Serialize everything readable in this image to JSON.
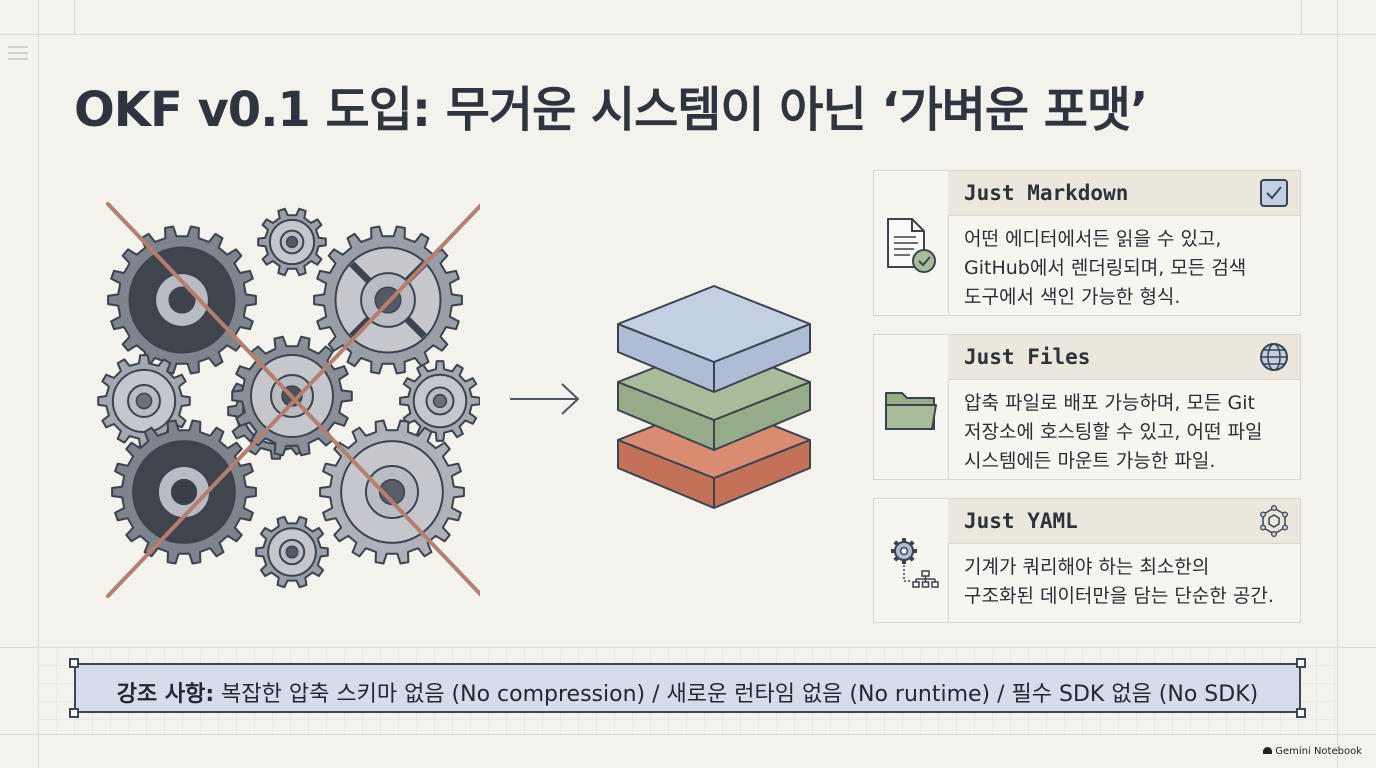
{
  "title": "OKF v0.1 도입: 무거운 시스템이 아닌 ‘가벼운 포맷’",
  "cards": [
    {
      "heading": "Just Markdown",
      "heading_icon": "checkbox-icon",
      "left_icon": "document-check-icon",
      "lines": [
        "어떤 에디터에서든 읽을 수 있고,",
        "GitHub에서 렌더링되며, 모든 검색",
        "도구에서 색인 가능한 형식."
      ]
    },
    {
      "heading": "Just Files",
      "heading_icon": "globe-icon",
      "left_icon": "folder-icon",
      "lines": [
        "압축 파일로 배포 가능하며, 모든 Git",
        "저장소에 호스팅할 수 있고, 어떤 파일",
        "시스템에든 마운트 가능한 파일."
      ]
    },
    {
      "heading": "Just YAML",
      "heading_icon": "network-hexagon-icon",
      "left_icon": "gear-hierarchy-icon",
      "lines": [
        "기계가 쿼리해야 하는 최소한의",
        "구조화된 데이터만을 담는 단순한 공간."
      ]
    }
  ],
  "banner": {
    "label": "강조 사항:",
    "text": " 복잡한 압축 스키마 없음 (No compression) / 새로운 런타임 없음 (No runtime) / 필수 SDK 없음 (No SDK)"
  },
  "footer": "Gemini Notebook",
  "colors": {
    "layer_top": "#c3cfe3",
    "layer_middle": "#a9bc9a",
    "layer_bottom": "#d88c72",
    "cross": "#b57e6e",
    "banner_bg": "#d6dcea"
  }
}
